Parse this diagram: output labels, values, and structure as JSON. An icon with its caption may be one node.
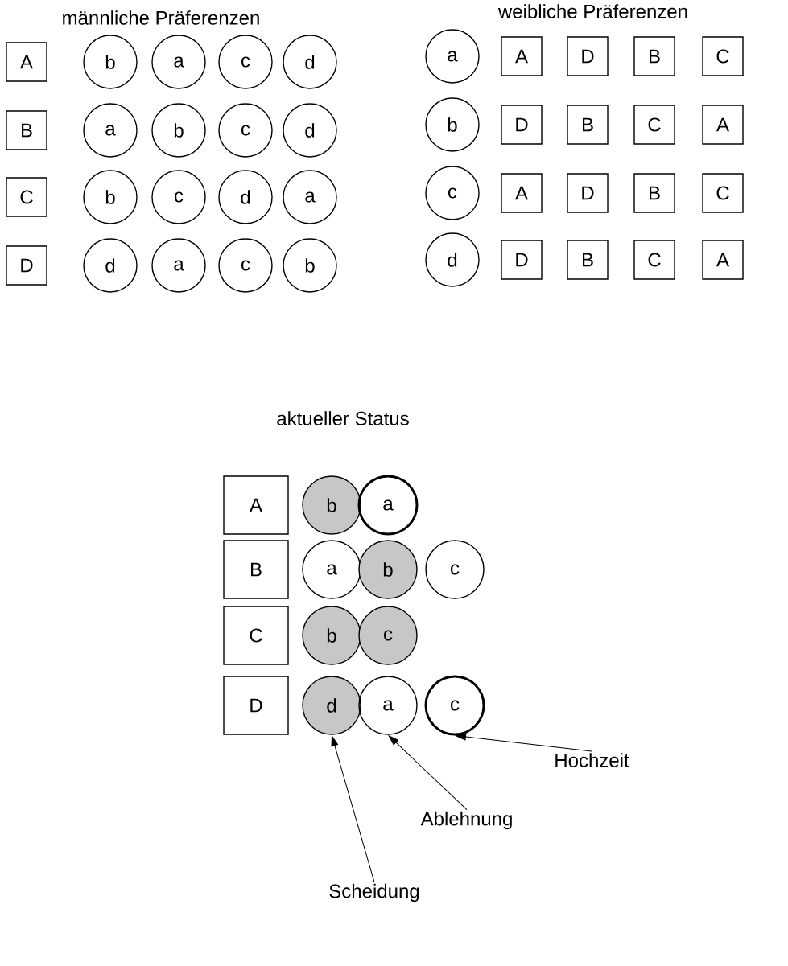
{
  "diagram": {
    "nodes": [
      {
        "text": [
          "A"
        ]
      },
      {
        "text": [
          "b"
        ]
      },
      {
        "text": [
          "a"
        ]
      },
      {
        "text": [
          "c"
        ]
      },
      {
        "text": [
          "d"
        ]
      },
      {
        "text": [
          "B"
        ]
      },
      {
        "text": [
          "a"
        ]
      },
      {
        "text": [
          "b"
        ]
      },
      {
        "text": [
          "c"
        ]
      },
      {
        "text": [
          "d"
        ]
      },
      {
        "text": [
          "C"
        ]
      },
      {
        "text": [
          "b"
        ]
      },
      {
        "text": [
          "c"
        ]
      },
      {
        "text": [
          "d"
        ]
      },
      {
        "text": [
          "a"
        ]
      },
      {
        "text": [
          "D"
        ]
      },
      {
        "text": [
          "d"
        ]
      },
      {
        "text": [
          "a"
        ]
      },
      {
        "text": [
          "c"
        ]
      },
      {
        "text": [
          "b"
        ]
      },
      {
        "text": [
          "a"
        ]
      },
      {
        "text": [
          "A"
        ]
      },
      {
        "text": [
          "D"
        ]
      },
      {
        "text": [
          "B"
        ]
      },
      {
        "text": [
          "C"
        ]
      },
      {
        "text": [
          "b"
        ]
      },
      {
        "text": [
          "D"
        ]
      },
      {
        "text": [
          "B"
        ]
      },
      {
        "text": [
          "C"
        ]
      },
      {
        "text": [
          "A"
        ]
      },
      {
        "text": [
          "c"
        ]
      },
      {
        "text": [
          "A"
        ]
      },
      {
        "text": [
          "D"
        ]
      },
      {
        "text": [
          "B"
        ]
      },
      {
        "text": [
          "C"
        ]
      },
      {
        "text": [
          "d"
        ]
      },
      {
        "text": [
          "D"
        ]
      },
      {
        "text": [
          "B"
        ]
      },
      {
        "text": [
          "C"
        ]
      },
      {
        "text": [
          "A"
        ]
      },
      {
        "text": [
          "A"
        ]
      },
      {
        "text": [
          "b"
        ]
      },
      {
        "text": [
          "a"
        ]
      },
      {
        "text": [
          "B"
        ]
      },
      {
        "text": [
          "a"
        ]
      },
      {
        "text": [
          "b"
        ]
      },
      {
        "text": [
          "c"
        ]
      },
      {
        "text": [
          "C"
        ]
      },
      {
        "text": [
          "b"
        ]
      },
      {
        "text": [
          "c"
        ]
      },
      {
        "text": [
          "D"
        ]
      },
      {
        "text": [
          "d"
        ]
      },
      {
        "text": [
          "a"
        ]
      },
      {
        "text": [
          "c"
        ]
      },
      {
        "text": [
          "Hochzeit"
        ]
      },
      {
        "text": [
          "Ablehnung"
        ]
      },
      {
        "text": [
          "Scheidung"
        ]
      }
    ],
    "edges": [
      {
        "from": 54,
        "to": 53,
        "arrow": "to"
      },
      {
        "from": 55,
        "to": 52,
        "arrow": "to"
      },
      {
        "from": 56,
        "to": 51,
        "arrow": "to"
      }
    ],
    "labels": [
      "männliche Präferenzen",
      "weibliche Präferenzen",
      "aktueller Status"
    ]
  }
}
